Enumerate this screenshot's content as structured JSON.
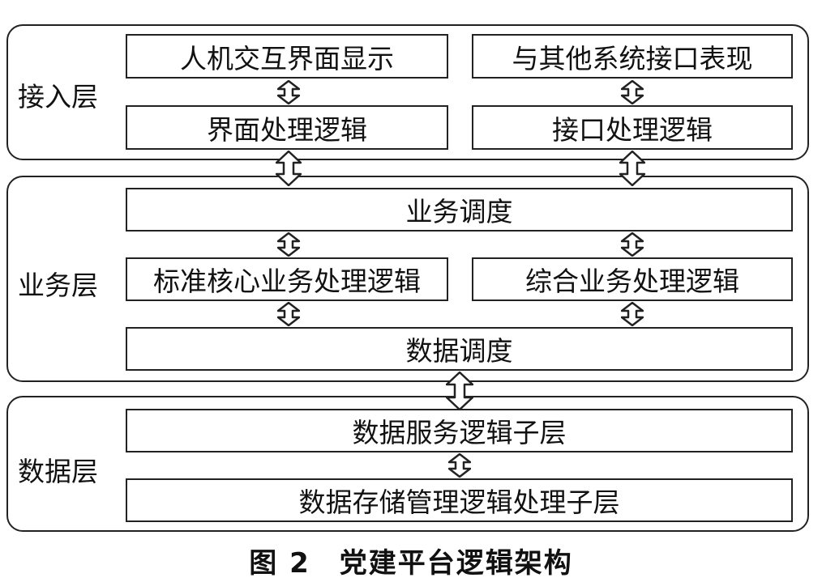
{
  "layers": {
    "access": {
      "label": "接入层",
      "boxes": {
        "hmi_display": "人机交互界面显示",
        "interface_other": "与其他系统接口表现",
        "ui_logic": "界面处理逻辑",
        "interface_logic": "接口处理逻辑"
      }
    },
    "business": {
      "label": "业务层",
      "boxes": {
        "business_dispatch": "业务调度",
        "core_logic": "标准核心业务处理逻辑",
        "integrated_logic": "综合业务处理逻辑",
        "data_dispatch": "数据调度"
      }
    },
    "data": {
      "label": "数据层",
      "boxes": {
        "data_service": "数据服务逻辑子层",
        "data_storage": "数据存储管理逻辑处理子层"
      }
    }
  },
  "caption": "图 2　党建平台逻辑架构"
}
